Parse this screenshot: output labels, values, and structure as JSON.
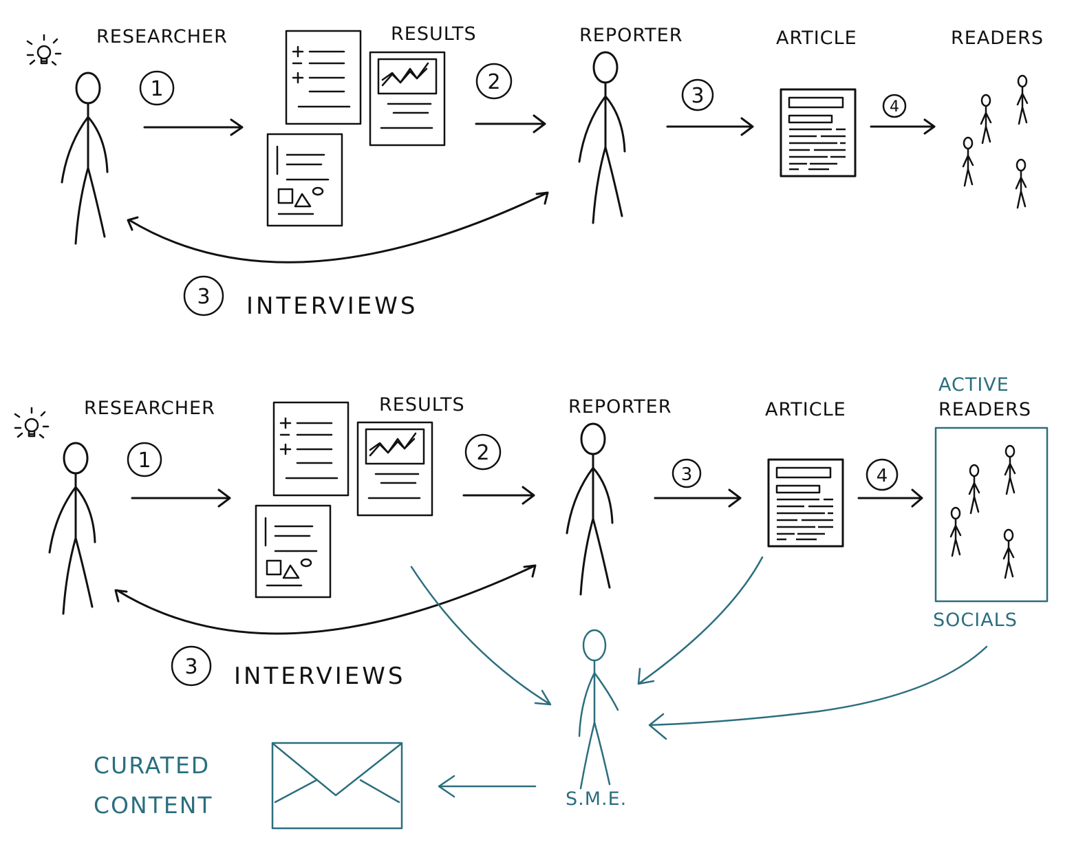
{
  "top": {
    "researcher": "RESEARCHER",
    "results": "RESULTS",
    "reporter": "REPORTER",
    "article": "ARTICLE",
    "readers": "READERS",
    "step1": "1",
    "step2": "2",
    "step3": "3",
    "step4": "4",
    "step3b": "3",
    "interviews": "INTERVIEWS"
  },
  "bottom": {
    "researcher": "RESEARCHER",
    "results": "RESULTS",
    "reporter": "REPORTER",
    "article": "ARTICLE",
    "active": "ACTIVE",
    "readers": "READERS",
    "socials": "SOCIALS",
    "step1": "1",
    "step2": "2",
    "step3": "3",
    "step4": "4",
    "step3b": "3",
    "interviews": "INTERVIEWS",
    "sme": "S.M.E.",
    "curated": "CURATED",
    "content": "CONTENT"
  },
  "colors": {
    "ink": "#111111",
    "accent": "#2a6e7e"
  },
  "icons": [
    "stick-figure",
    "lightbulb-icon",
    "document-icon",
    "chart-document-icon",
    "envelope-icon"
  ]
}
